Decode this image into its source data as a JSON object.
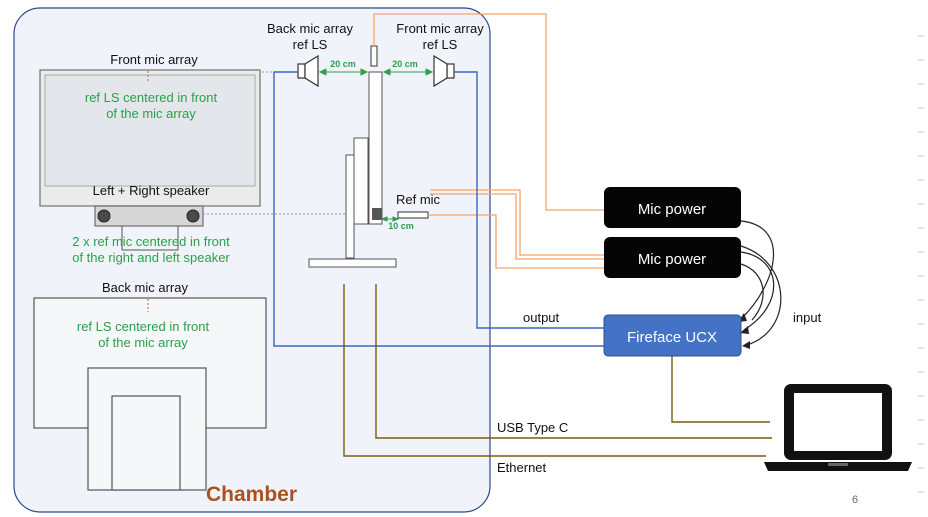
{
  "chamber": {
    "label": "Chamber"
  },
  "devices": {
    "front_mic_array": "Front mic array",
    "front_note_1": "ref LS centered in front",
    "front_note_2": "of the mic array",
    "left_right_speaker": "Left + Right speaker",
    "speaker_note_1": "2 x ref mic centered in front",
    "speaker_note_2": "of the right and left speaker",
    "back_mic_array": "Back mic array",
    "back_note_1": "ref LS centered in front",
    "back_note_2": "of the mic array"
  },
  "stand": {
    "back_ref_ls_1": "Back mic array",
    "back_ref_ls_2": "ref LS",
    "front_ref_ls_1": "Front mic array",
    "front_ref_ls_2": "ref LS",
    "dist_left": "20 cm",
    "dist_right": "20 cm",
    "ref_mic": "Ref mic",
    "ref_mic_dist": "10 cm"
  },
  "boxes": {
    "mic_power_1": "Mic power",
    "mic_power_2": "Mic power",
    "fireface": "Fireface UCX"
  },
  "connections": {
    "output": "output",
    "input": "input",
    "usb": "USB Type C",
    "ethernet": "Ethernet"
  },
  "page_number": "6",
  "colors": {
    "orange": "#f4a46c",
    "blue": "#3a66c4",
    "olive": "#7a5c12",
    "fireface_fill": "#4472c4",
    "chamber_fill": "#f0f4fa"
  }
}
